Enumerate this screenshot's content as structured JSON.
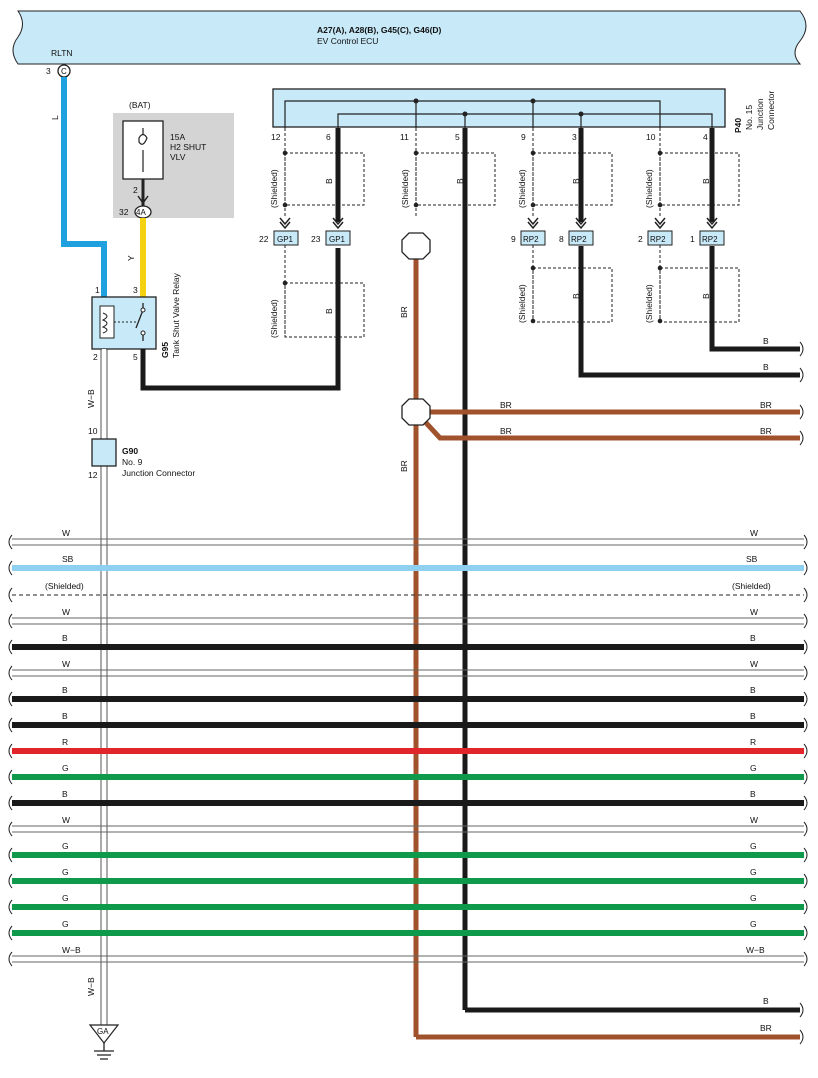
{
  "ecu": {
    "title": "A27(A), A28(B), G45(C), G46(D)",
    "subtitle": "EV Control ECU",
    "pin_name": "RLTN",
    "pin_number": "3",
    "pin_connector": "C"
  },
  "fuse_box": {
    "source": "(BAT)",
    "fuse_line1": "15A",
    "fuse_line2": "H2 SHUT",
    "fuse_line3": "VLV",
    "pin_top": "2",
    "pin_connector": "4A",
    "pin_left": "32"
  },
  "relay": {
    "code": "G95",
    "name": "Tank Shut Valve Relay",
    "pin1": "1",
    "pin2": "2",
    "pin3": "3",
    "pin5": "5"
  },
  "g90": {
    "code": "G90",
    "line1": "No.  9",
    "line2": "Junction Connector",
    "pin_top": "10",
    "pin_bottom": "12"
  },
  "p40": {
    "code": "P40",
    "line1": "No.  15",
    "line2": "Junction",
    "line3": "Connector",
    "pins": [
      "12",
      "6",
      "11",
      "5",
      "9",
      "3",
      "10",
      "4"
    ]
  },
  "plugs": {
    "gp1_a": {
      "pin": "22",
      "name": "GP1"
    },
    "gp1_b": {
      "pin": "23",
      "name": "GP1"
    },
    "rp2_a": {
      "pin": "9",
      "name": "RP2"
    },
    "rp2_b": {
      "pin": "8",
      "name": "RP2"
    },
    "rp2_c": {
      "pin": "2",
      "name": "RP2"
    },
    "rp2_d": {
      "pin": "1",
      "name": "RP2"
    }
  },
  "labels": {
    "shielded": "(Shielded)",
    "L": "L",
    "Y": "Y",
    "B": "B",
    "BR": "BR",
    "WB": "W−B",
    "ground": "GA"
  },
  "bus_wires": [
    {
      "label": "W",
      "color": "#ffffff"
    },
    {
      "label": "SB",
      "color": "#8fd0f0"
    },
    {
      "label": "(Shielded)",
      "color": "shield"
    },
    {
      "label": "W",
      "color": "#ffffff"
    },
    {
      "label": "B",
      "color": "#1a1a1a"
    },
    {
      "label": "W",
      "color": "#ffffff"
    },
    {
      "label": "B",
      "color": "#1a1a1a"
    },
    {
      "label": "B",
      "color": "#1a1a1a"
    },
    {
      "label": "R",
      "color": "#e0252b"
    },
    {
      "label": "G",
      "color": "#0e9a4a"
    },
    {
      "label": "B",
      "color": "#1a1a1a"
    },
    {
      "label": "W",
      "color": "#ffffff"
    },
    {
      "label": "G",
      "color": "#0e9a4a"
    },
    {
      "label": "G",
      "color": "#0e9a4a"
    },
    {
      "label": "G",
      "color": "#0e9a4a"
    },
    {
      "label": "G",
      "color": "#0e9a4a"
    },
    {
      "label": "W−B",
      "color": "#ffffff"
    }
  ],
  "right_wires": [
    {
      "label": "B"
    },
    {
      "label": "B"
    },
    {
      "label": "BR"
    },
    {
      "label": "BR"
    },
    {
      "label": "BR"
    },
    {
      "label": "BR"
    },
    {
      "label": "B"
    },
    {
      "label": "BR"
    }
  ],
  "colors": {
    "light_blue": "#c8e9f8",
    "wire_blue": "#1fa0df",
    "wire_yellow": "#f4d20f",
    "wire_brown": "#a0522d",
    "wire_black": "#1a1a1a",
    "fuse_gray": "#d4d4d4"
  }
}
